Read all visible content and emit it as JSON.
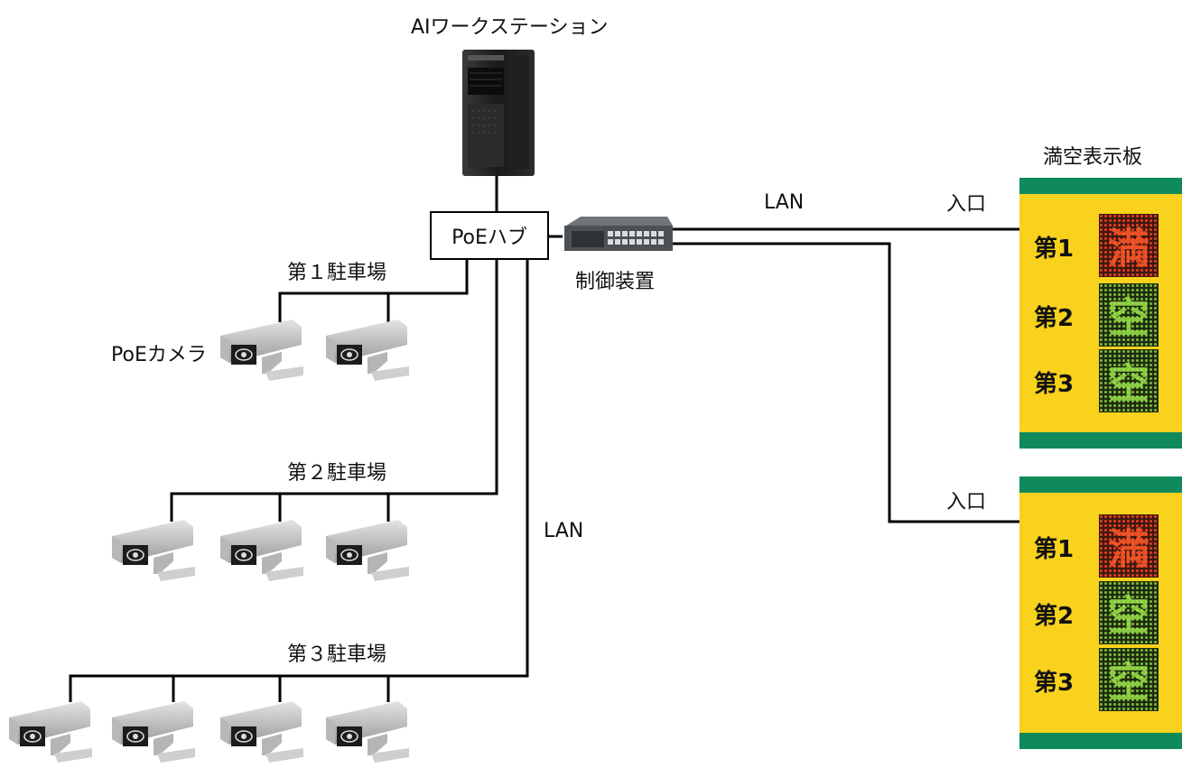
{
  "workstation": {
    "label": "AIワークステーション"
  },
  "hub": {
    "label": "PoEハブ"
  },
  "controller": {
    "label": "制御装置"
  },
  "display_title": "満空表示板",
  "lan_labels": {
    "top": "LAN",
    "vertical": "LAN"
  },
  "camera_label": "PoEカメラ",
  "parking_lots": [
    {
      "label": "第１駐車場",
      "camera_count": 2
    },
    {
      "label": "第２駐車場",
      "camera_count": 3
    },
    {
      "label": "第３駐車場",
      "camera_count": 4
    }
  ],
  "boards": [
    {
      "entrance": "入口",
      "rows": [
        {
          "label": "第1",
          "status": "満",
          "state": "full"
        },
        {
          "label": "第2",
          "status": "空",
          "state": "vacant"
        },
        {
          "label": "第3",
          "status": "空",
          "state": "vacant"
        }
      ]
    },
    {
      "entrance": "入口",
      "rows": [
        {
          "label": "第1",
          "status": "満",
          "state": "full"
        },
        {
          "label": "第2",
          "status": "空",
          "state": "vacant"
        },
        {
          "label": "第3",
          "status": "空",
          "state": "vacant"
        }
      ]
    }
  ],
  "colors": {
    "board_bg": "#f8d21c",
    "board_stripe": "#0f8a5a",
    "full": "#e63a1c",
    "vacant": "#78b833"
  }
}
